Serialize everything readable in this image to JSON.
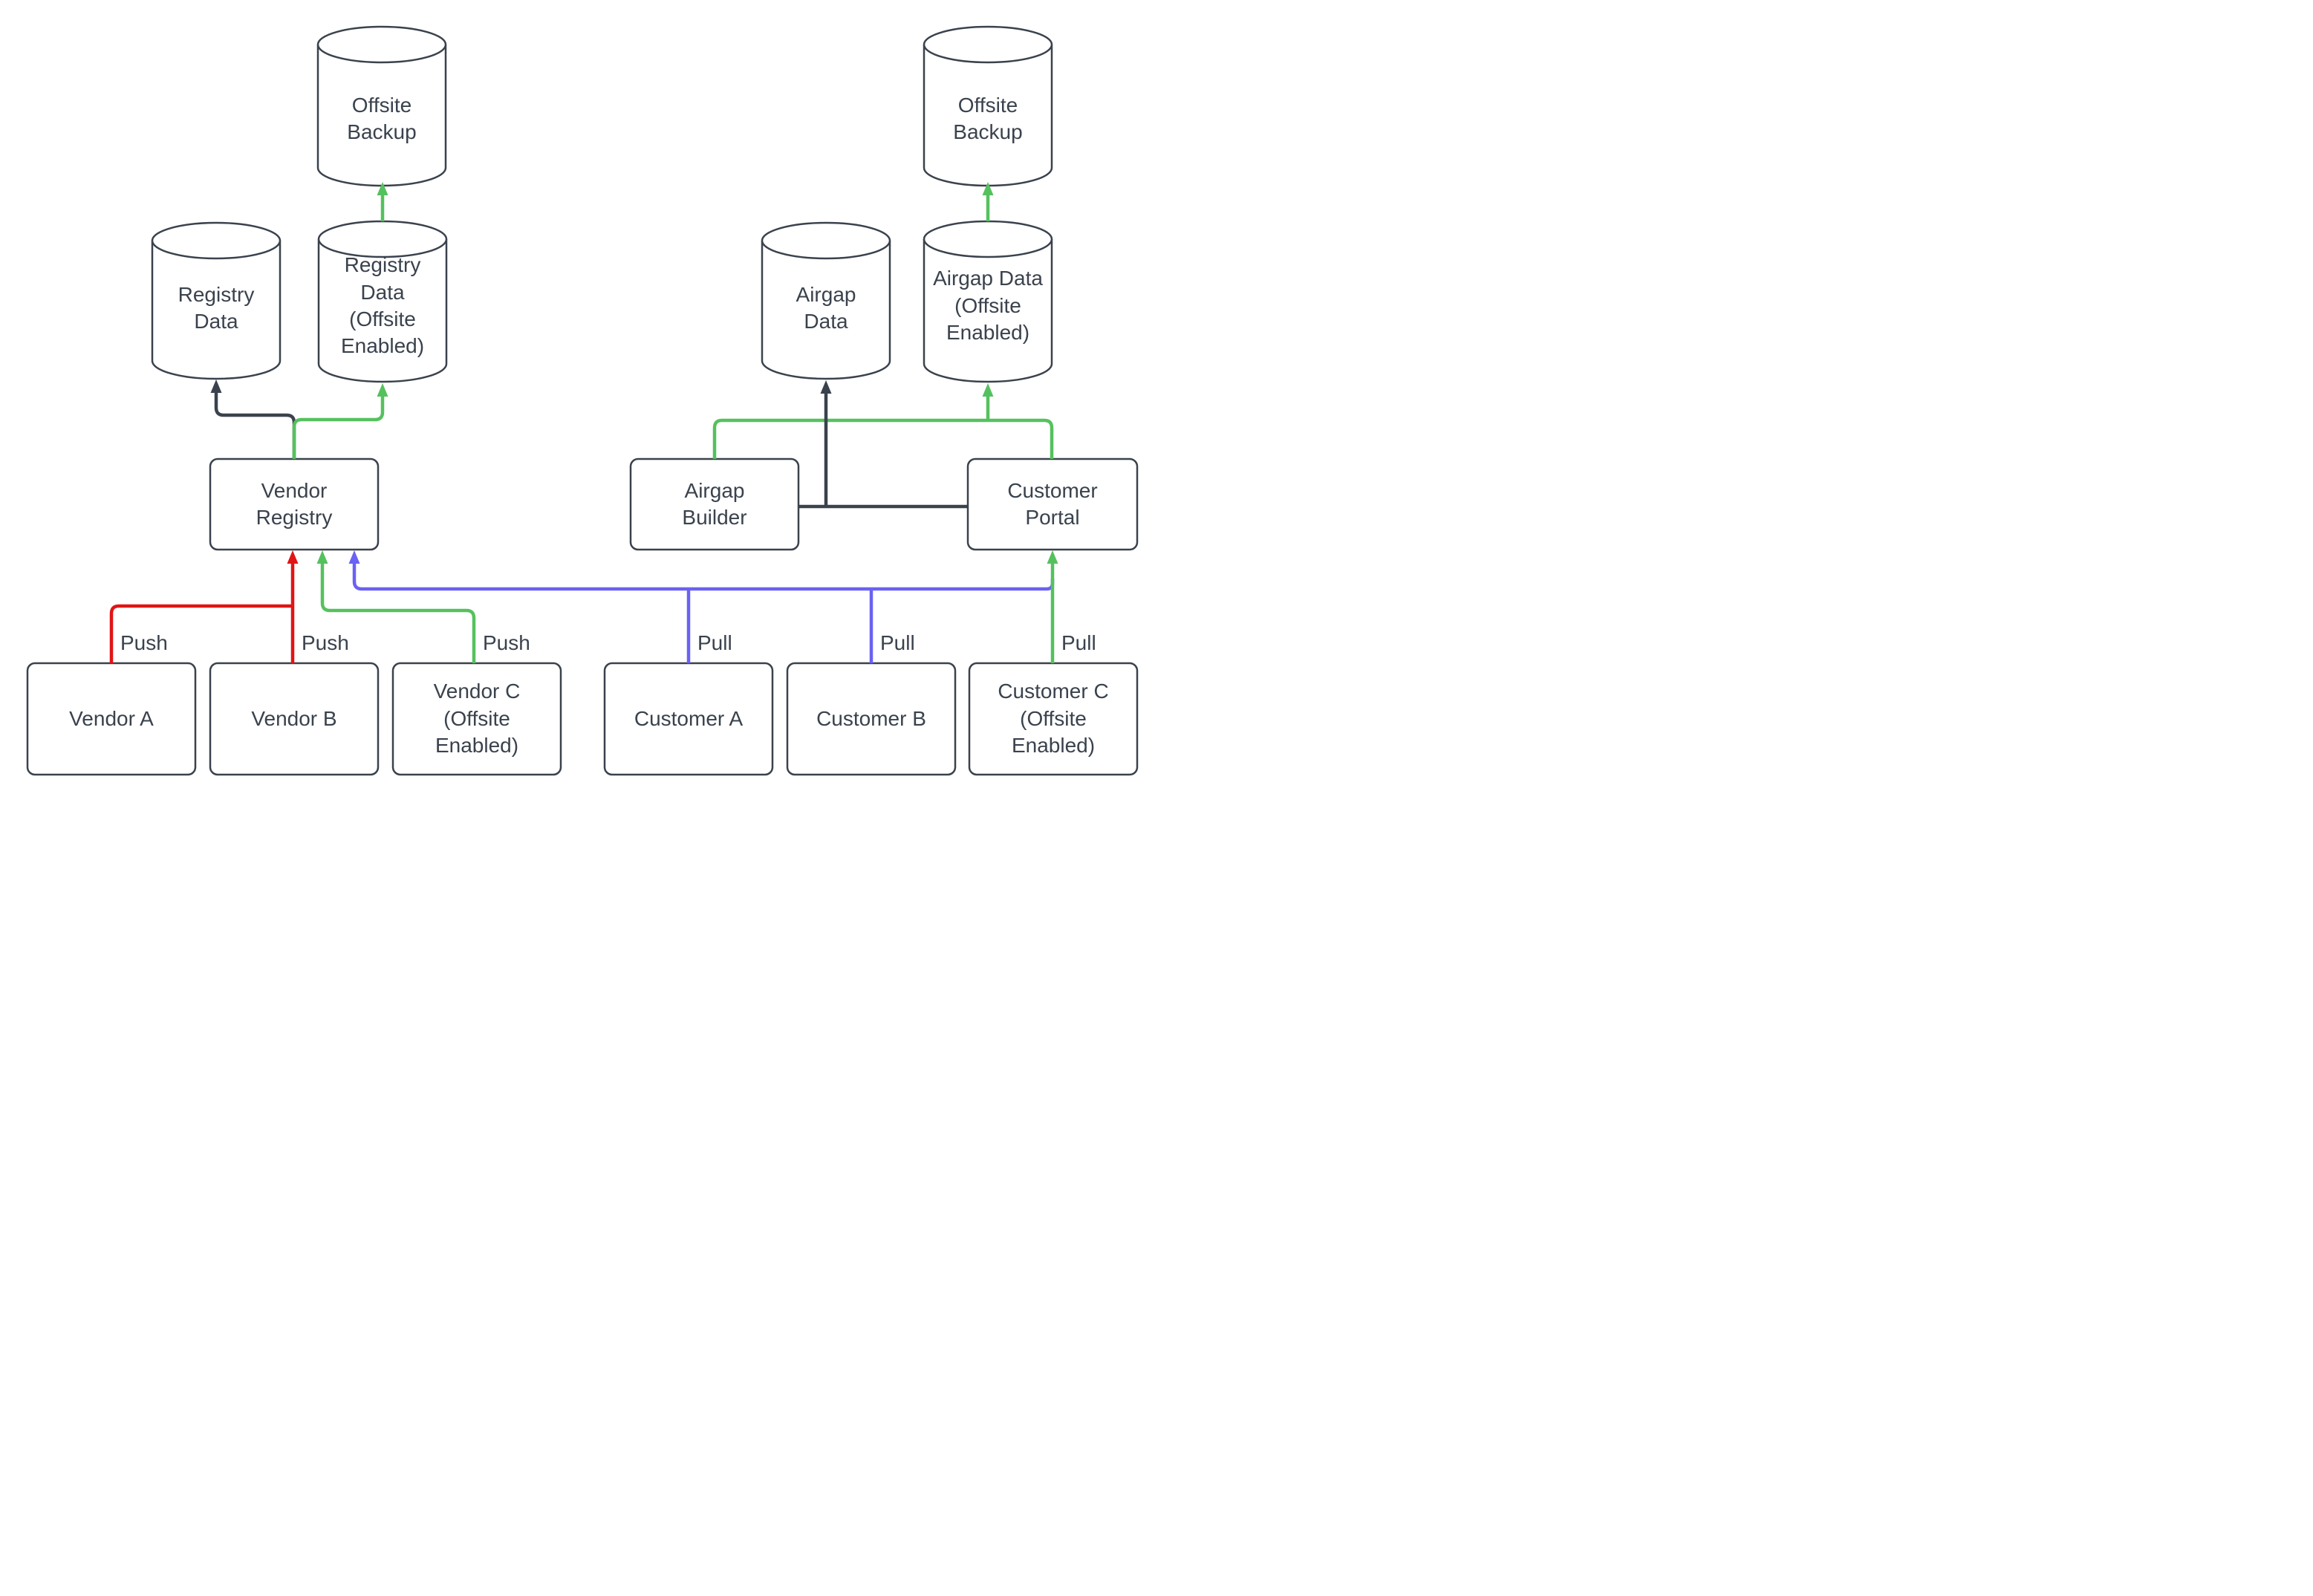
{
  "diagram": {
    "colors": {
      "dark": "#3a424d",
      "green": "#55c15e",
      "red": "#e01515",
      "blue": "#6a62f2",
      "node_fill": "#ffffff"
    },
    "nodes": {
      "offsite_backup_left": {
        "label": "Offsite Backup",
        "shape": "cylinder"
      },
      "registry_data": {
        "label": "Registry Data",
        "shape": "cylinder"
      },
      "registry_data_offsite": {
        "label": "Registry Data (Offsite Enabled)",
        "shape": "cylinder"
      },
      "vendor_registry": {
        "label": "Vendor Registry",
        "shape": "rect"
      },
      "vendor_a": {
        "label": "Vendor A",
        "shape": "rect"
      },
      "vendor_b": {
        "label": "Vendor B",
        "shape": "rect"
      },
      "vendor_c": {
        "label": "Vendor C (Offsite Enabled)",
        "shape": "rect"
      },
      "offsite_backup_right": {
        "label": "Offsite Backup",
        "shape": "cylinder"
      },
      "airgap_data": {
        "label": "Airgap Data",
        "shape": "cylinder"
      },
      "airgap_data_offsite": {
        "label": "Airgap Data (Offsite Enabled)",
        "shape": "cylinder"
      },
      "airgap_builder": {
        "label": "Airgap Builder",
        "shape": "rect"
      },
      "customer_portal": {
        "label": "Customer Portal",
        "shape": "rect"
      },
      "customer_a": {
        "label": "Customer A",
        "shape": "rect"
      },
      "customer_b": {
        "label": "Customer B",
        "shape": "rect"
      },
      "customer_c": {
        "label": "Customer C (Offsite Enabled)",
        "shape": "rect"
      }
    },
    "edge_labels": {
      "vendor_a_push": "Push",
      "vendor_b_push": "Push",
      "vendor_c_push": "Push",
      "customer_a_pull": "Pull",
      "customer_b_pull": "Pull",
      "customer_c_pull": "Pull"
    }
  }
}
